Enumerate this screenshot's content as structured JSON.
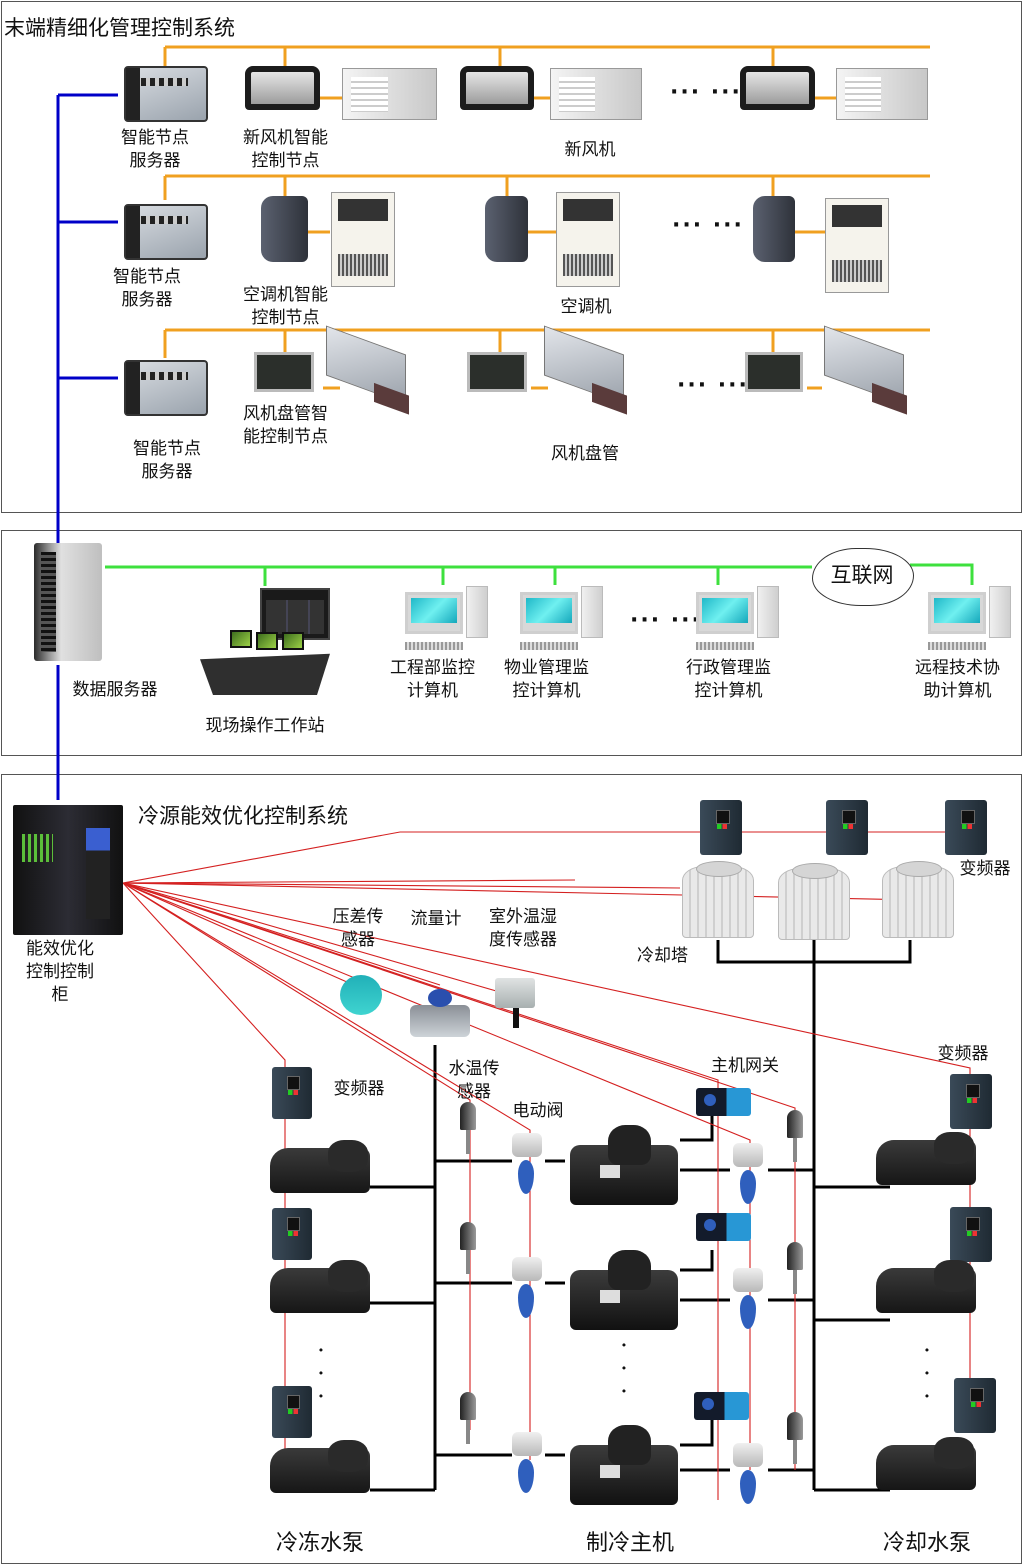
{
  "colors": {
    "terminal_bus": "#f0a020",
    "backbone": "#0000c8",
    "lan": "#3ee03e",
    "signal": "#d42020",
    "pipe": "#000000",
    "panel_border": "#555555"
  },
  "terminal_system": {
    "title": "末端精细化管理控制系统",
    "rows": [
      {
        "server_label": "智能节点\n服务器",
        "node_label": "新风机智能\n控制节点",
        "device_label": "新风机",
        "ellipsis": "··· ···",
        "node_icon": "tablet-controller-icon",
        "device_icon": "fresh-air-unit-icon"
      },
      {
        "server_label": "智能节点\n服务器",
        "node_label": "空调机智能\n控制节点",
        "device_label": "空调机",
        "ellipsis": "··· ···",
        "node_icon": "modem-controller-icon",
        "device_icon": "air-handler-icon"
      },
      {
        "server_label": "智能节点\n服务器",
        "node_label": "风机盘管智\n能控制节点",
        "device_label": "风机盘管",
        "ellipsis": "··· ···",
        "node_icon": "circuit-board-icon",
        "device_icon": "fan-coil-unit-icon"
      }
    ]
  },
  "network_system": {
    "data_server_label": "数据服务器",
    "workstation_label": "现场操作工作站",
    "computers": [
      {
        "label": "工程部监控\n计算机"
      },
      {
        "label": "物业管理监\n控计算机"
      },
      {
        "label": "行政管理监\n控计算机"
      },
      {
        "label": "远程技术协\n助计算机"
      }
    ],
    "ellipsis": "··· ···",
    "internet_label": "互联网"
  },
  "cooling_system": {
    "title": "冷源能效优化控制系统",
    "cabinet_label": "能效优化\n控制控制\n柜",
    "vfd_label_top": "变频器",
    "cooling_tower_label": "冷却塔",
    "dp_sensor_label": "压差传\n感器",
    "flow_meter_label": "流量计",
    "outdoor_sensor_label": "室外温湿\n度传感器",
    "vfd_label_left": "变频器",
    "water_temp_label": "水温传\n感器",
    "valve_label": "电动阀",
    "gateway_label": "主机网关",
    "vfd_label_right": "变频器",
    "chilled_pump_label": "冷冻水泵",
    "chiller_label": "制冷主机",
    "cooling_pump_label": "冷却水泵",
    "vertical_ellipsis": "·\n·\n·"
  }
}
